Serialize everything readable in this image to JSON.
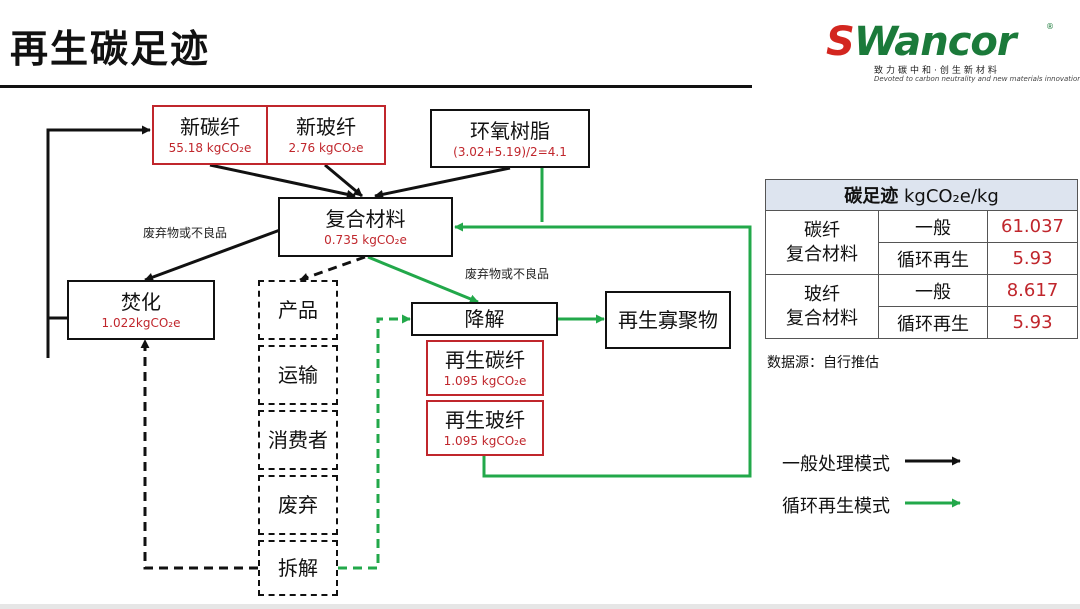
{
  "title": "再生碳足迹",
  "logo": {
    "word_s": "S",
    "word_rest": "Wancor",
    "registered": "®",
    "tagline_cn": "致力碳中和·创生新材料",
    "tagline_en": "Devoted to carbon neutrality and new materials innovation",
    "colors": {
      "red": "#d3261f",
      "green": "#1b7a3a"
    }
  },
  "nodes": {
    "new_cf": {
      "name": "新碳纤",
      "value": "55.18 kgCO₂e"
    },
    "new_gf": {
      "name": "新玻纤",
      "value": "2.76 kgCO₂e"
    },
    "epoxy": {
      "name": "环氧树脂",
      "value": "(3.02+5.19)/2=4.1"
    },
    "composite": {
      "name": "复合材料",
      "value": "0.735 kgCO₂e"
    },
    "incineration": {
      "name": "焚化",
      "value": "1.022kgCO₂e"
    },
    "product": {
      "name": "产品"
    },
    "transport": {
      "name": "运输"
    },
    "consumer": {
      "name": "消费者"
    },
    "discard": {
      "name": "废弃"
    },
    "dismantle": {
      "name": "拆解"
    },
    "degrade": {
      "name": "降解"
    },
    "oligomer": {
      "name": "再生寡聚物"
    },
    "recycled_cf": {
      "name": "再生碳纤",
      "value": "1.095 kgCO₂e"
    },
    "recycled_gf": {
      "name": "再生玻纤",
      "value": "1.095 kgCO₂e"
    }
  },
  "notes": {
    "waste_left": "废弃物或不良品",
    "waste_right": "废弃物或不良品"
  },
  "table": {
    "header_bold": "碳足迹",
    "header_unit": "kgCO₂e/kg",
    "rows": [
      {
        "material_line1": "碳纤",
        "material_line2": "复合材料",
        "mode": "一般",
        "value": "61.037"
      },
      {
        "mode": "循环再生",
        "value": "5.93"
      },
      {
        "material_line1": "玻纤",
        "material_line2": "复合材料",
        "mode": "一般",
        "value": "8.617"
      },
      {
        "mode": "循环再生",
        "value": "5.93"
      }
    ],
    "source": "数据源：自行推估"
  },
  "legend": {
    "general": {
      "label": "一般处理模式",
      "color": "#111111"
    },
    "recycle": {
      "label": "循环再生模式",
      "color": "#22a84a"
    }
  },
  "colors": {
    "accent_red": "#c0262c",
    "arrow_green": "#22a84a",
    "table_header": "#dde4ef"
  }
}
